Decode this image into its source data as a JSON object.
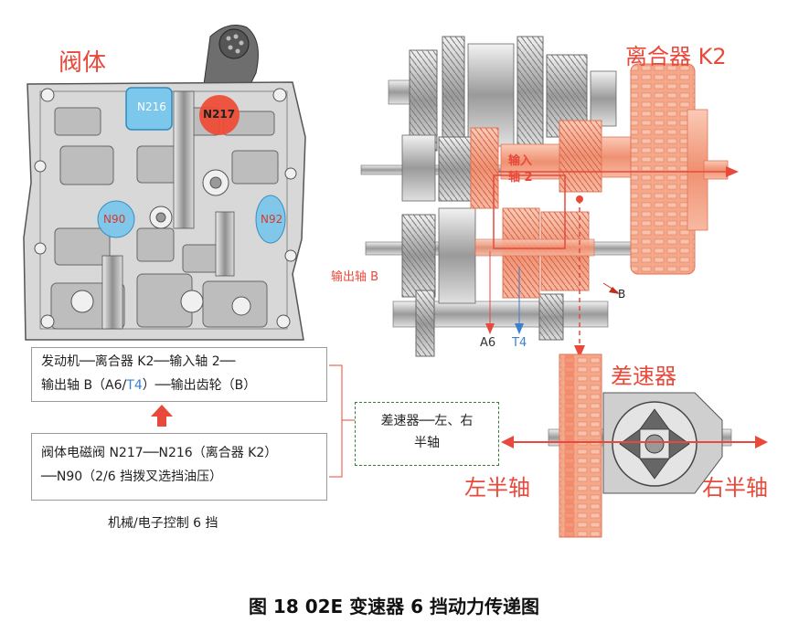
{
  "labels": {
    "valve_body": "阀体",
    "clutch_k2": "离合器 K2",
    "input_shaft": "输入\n轴 2",
    "input_shaft_l1": "输入",
    "input_shaft_l2": "轴 2",
    "output_shaft_b": "输出轴 B",
    "b_marker": "B",
    "a6": "A6",
    "t4": "T4",
    "differential": "差速器",
    "left_half_shaft": "左半轴",
    "right_half_shaft": "右半轴",
    "solenoids": {
      "n216": "N216",
      "n217": "N217",
      "n90": "N90",
      "n92": "N92"
    }
  },
  "flow_box_top": {
    "line1": "发动机──离合器 K2──输入轴 2──",
    "line2_prefix": "输出轴 B（A6/",
    "line2_t4": "T4",
    "line2_suffix": "）──输出齿轮（B）"
  },
  "flow_box_bottom": {
    "line1": "阀体电磁阀 N217──N216（离合器 K2）",
    "line2": "──N90（2/6 挡拨叉选挡油压）"
  },
  "diff_box": {
    "line1": "差速器──左、右",
    "line2": "半轴"
  },
  "control_caption": "机械/电子控制 6 挡",
  "figure_title": "图 18  02E 变速器 6 挡动力传递图",
  "colors": {
    "accent_red": "#e8493a",
    "clutch_orange": "#f3a587",
    "t4_blue": "#3a7fd0",
    "box_gray": "#9a9a9a"
  }
}
